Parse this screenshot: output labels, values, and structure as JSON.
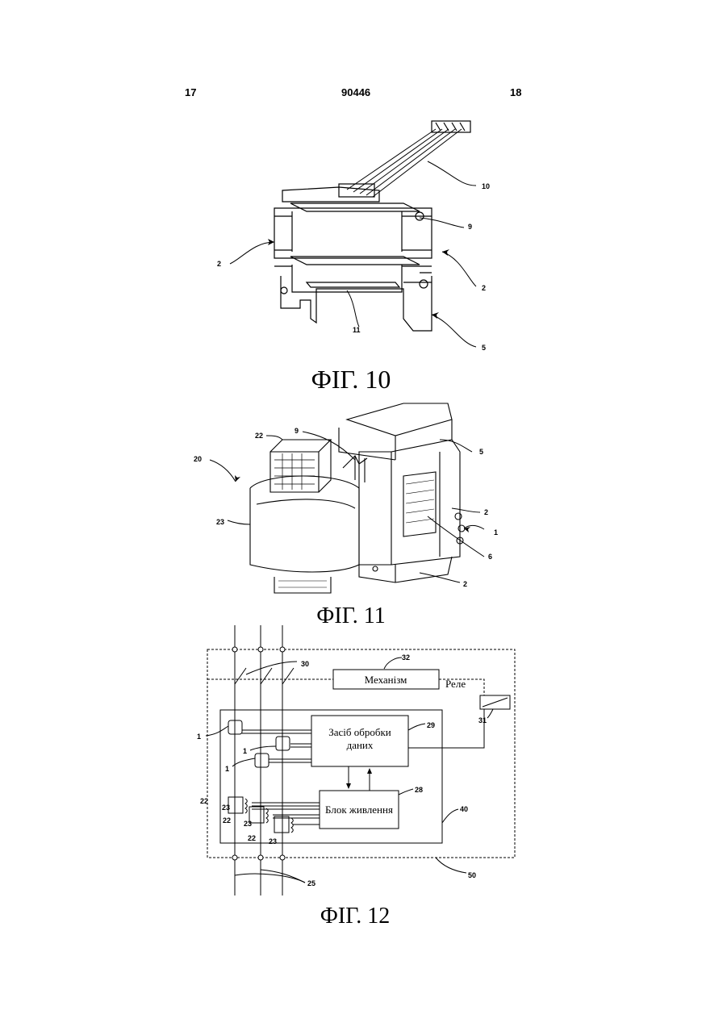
{
  "header": {
    "left_page": "17",
    "patent_number": "90446",
    "right_page": "18"
  },
  "fig10": {
    "caption": "ФІГ. 10",
    "labels": {
      "l10": "10",
      "l9": "9",
      "l2a": "2",
      "l2b": "2",
      "l11": "11",
      "l5": "5"
    }
  },
  "fig11": {
    "caption": "ФІГ. 11",
    "labels": {
      "l22": "22",
      "l9": "9",
      "l5": "5",
      "l20": "20",
      "l23": "23",
      "l2a": "2",
      "l1": "1",
      "l6": "6",
      "l2b": "2"
    }
  },
  "fig12": {
    "caption": "ФІГ. 12",
    "mechanism_label": "Механізм",
    "relay_label": "Реле",
    "processor_line1": "Засіб обробки",
    "processor_line2": "даних",
    "power_label": "Блок живлення",
    "labels": {
      "l32": "32",
      "l30": "30",
      "l31": "31",
      "l29": "29",
      "l28": "28",
      "l40": "40",
      "l50": "50",
      "l25": "25",
      "l1a": "1",
      "l1b": "1",
      "l1c": "1",
      "l22a": "22",
      "l22b": "22",
      "l22c": "22",
      "l23a": "23",
      "l23b": "23",
      "l23c": "23"
    }
  }
}
